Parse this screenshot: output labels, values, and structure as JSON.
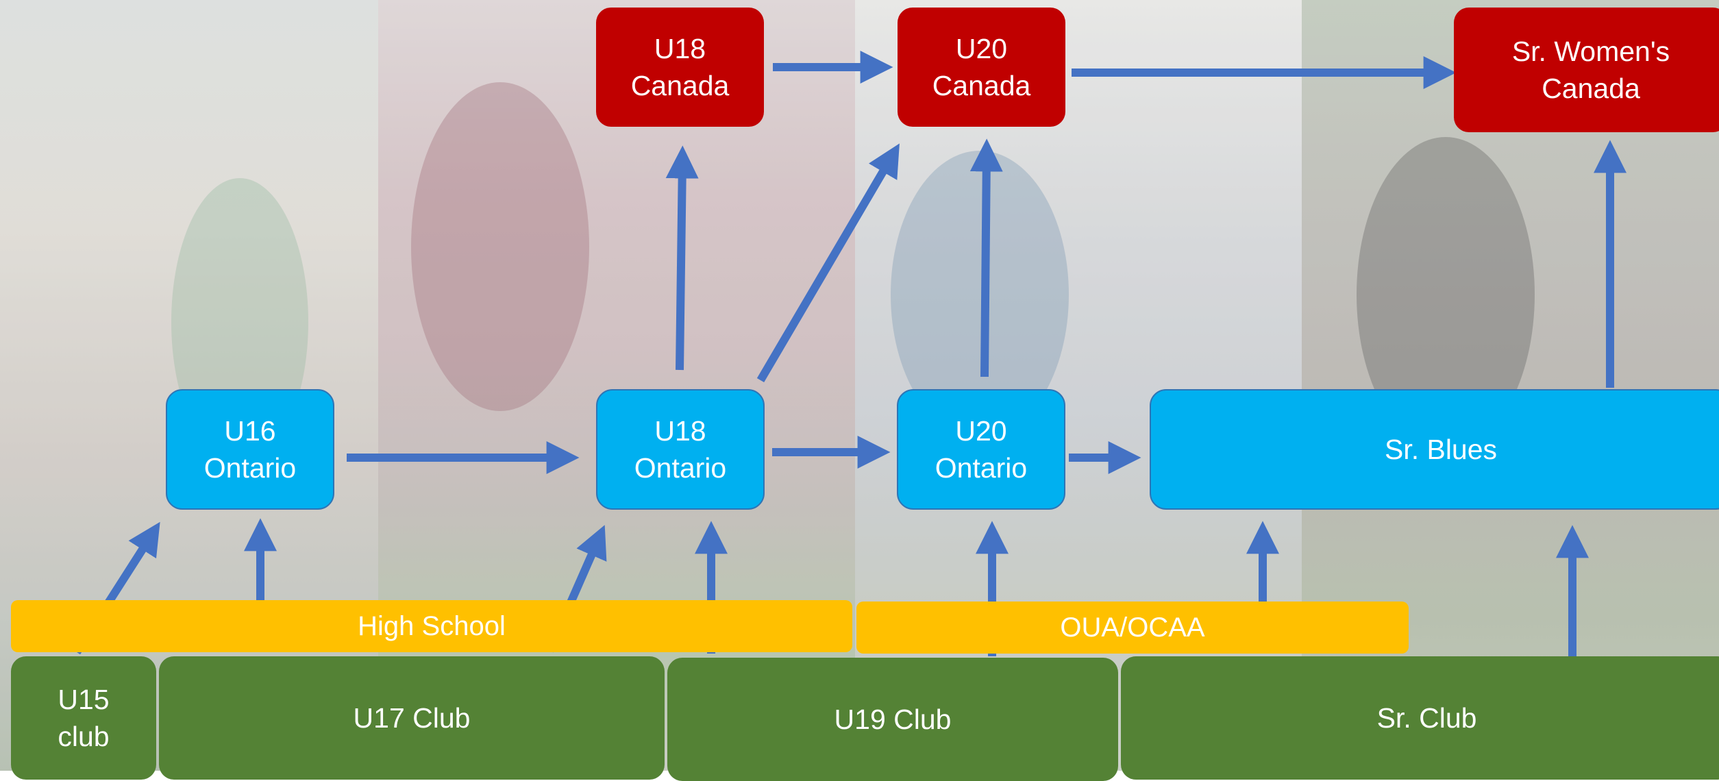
{
  "national": {
    "u18_canada": "U18\nCanada",
    "u20_canada": "U20\nCanada",
    "sr_womens_canada": "Sr. Women's\nCanada"
  },
  "provincial": {
    "u16_ontario": "U16\nOntario",
    "u18_ontario": "U18\nOntario",
    "u20_ontario": "U20\nOntario",
    "sr_blues": "Sr. Blues"
  },
  "school": {
    "high_school": "High School",
    "oua_ocaa": "OUA/OCAA"
  },
  "club": {
    "u15_club": "U15\nclub",
    "u17_club": "U17 Club",
    "u19_club": "U19 Club",
    "sr_club": "Sr. Club"
  },
  "colors": {
    "national": "#c00000",
    "provincial": "#00b0f0",
    "school": "#ffc000",
    "club": "#548235",
    "arrow": "#4472c4"
  }
}
